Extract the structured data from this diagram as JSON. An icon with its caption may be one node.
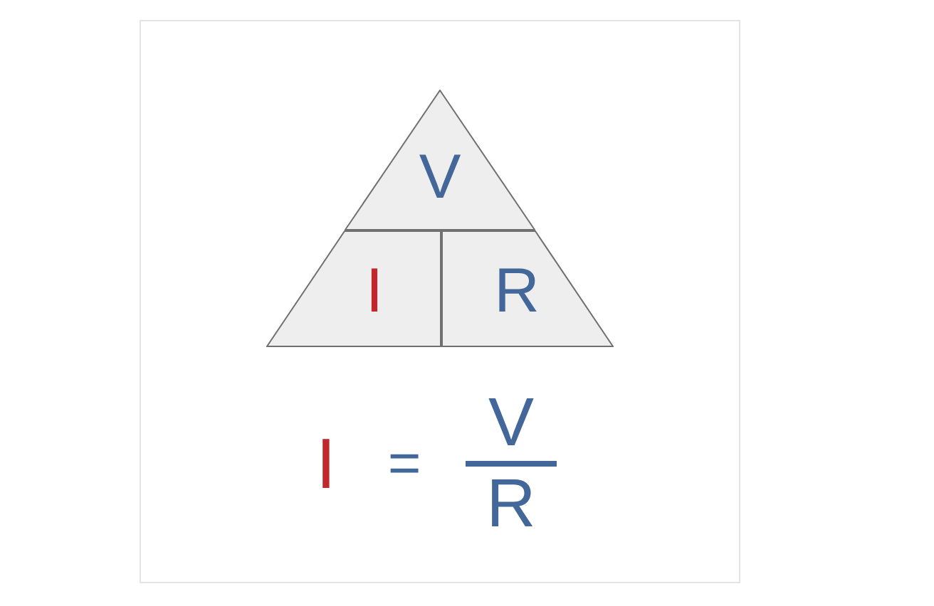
{
  "diagram": {
    "nodes": [
      {
        "text": [
          "V"
        ]
      },
      {
        "text": [
          "I"
        ]
      },
      {
        "text": [
          "R"
        ]
      }
    ],
    "labels": [
      "I",
      "=",
      "V",
      "R"
    ]
  }
}
